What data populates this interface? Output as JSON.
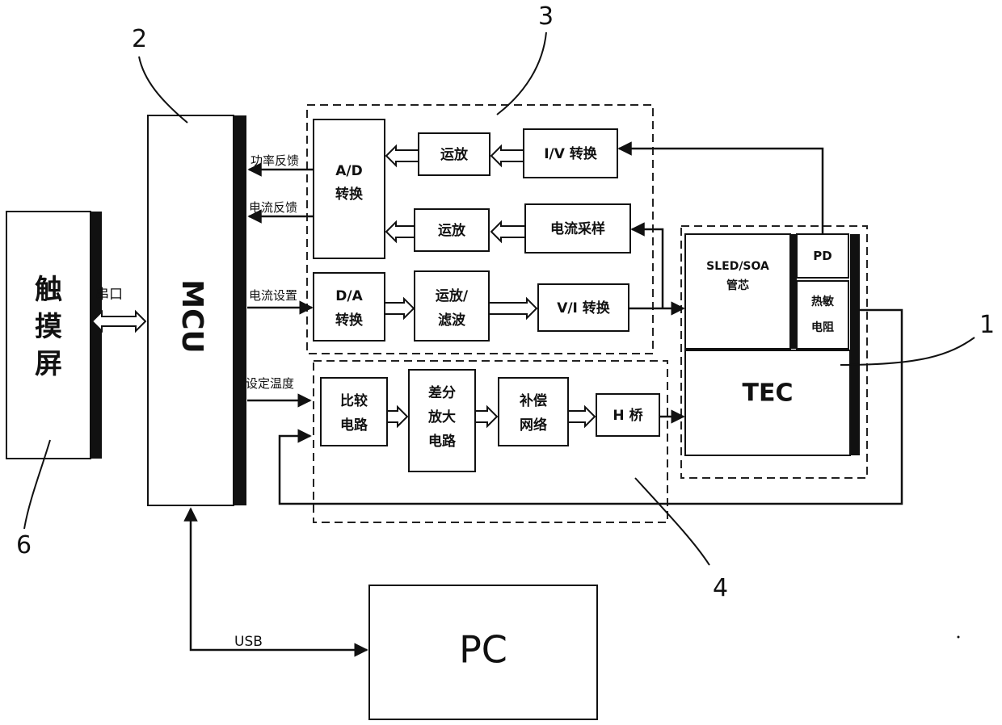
{
  "callouts": {
    "c1": "1",
    "c2": "2",
    "c3": "3",
    "c4": "4",
    "c6": "6"
  },
  "blocks": {
    "touchscreen": "触摸屏",
    "mcu": "MCU",
    "pc": "PC",
    "ad_line1": "A/D",
    "ad_line2": "转换",
    "da_line1": "D/A",
    "da_line2": "转换",
    "opamp1": "运放",
    "opamp2": "运放",
    "opamp_filter_line1": "运放/",
    "opamp_filter_line2": "滤波",
    "iv": "I/V 转换",
    "current_sampling": "电流采样",
    "vi": "V/I 转换",
    "compare_line1": "比较",
    "compare_line2": "电路",
    "diffamp_line1": "差分",
    "diffamp_line2": "放大",
    "diffamp_line3": "电路",
    "compnet_line1": "补偿",
    "compnet_line2": "网络",
    "hbridge": "H 桥",
    "sled_line1": "SLED/SOA",
    "sled_line2": "管芯",
    "pd": "PD",
    "thermistor_line1": "热敏",
    "thermistor_line2": "电阻",
    "tec": "TEC"
  },
  "signals": {
    "power_feedback": "功率反馈",
    "current_feedback": "电流反馈",
    "current_setting": "电流设置",
    "set_temperature": "设定温度",
    "serial_port": "串口",
    "usb": "USB"
  }
}
